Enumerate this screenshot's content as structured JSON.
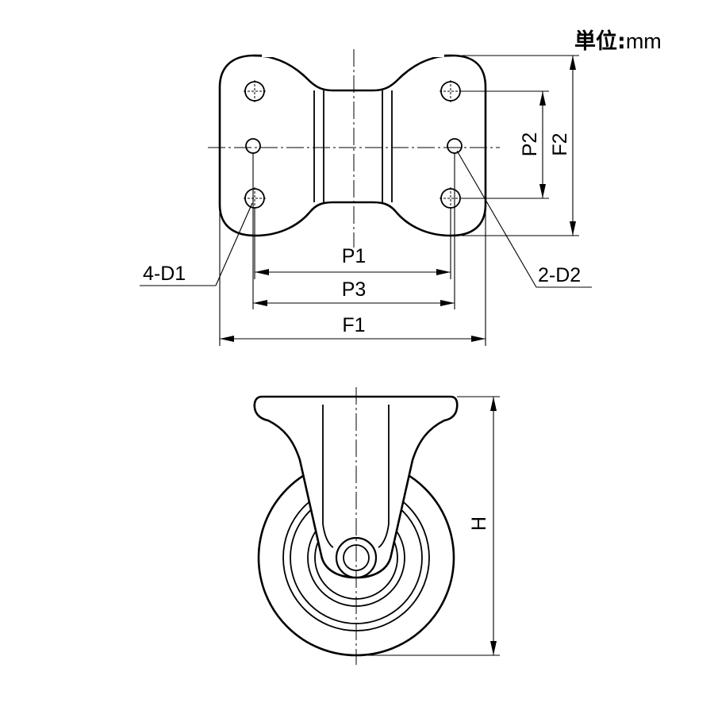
{
  "unit_label": {
    "prefix": "単位",
    "separator": ":",
    "value": "mm"
  },
  "dimensions": {
    "p1": "P1",
    "p2": "P2",
    "p3": "P3",
    "f1": "F1",
    "f2": "F2",
    "h": "H",
    "d1": "4-D1",
    "d2": "2-D2"
  }
}
